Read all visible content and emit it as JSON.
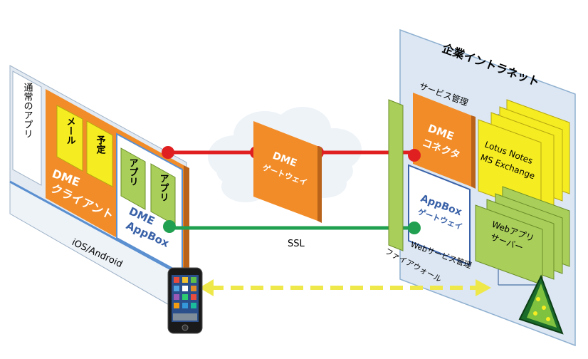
{
  "colors": {
    "orange": "#F28C28",
    "yellow": "#F5EC22",
    "green": "#A9CF5A",
    "panel_blue": "#DCE7F3",
    "link_red": "#E02020",
    "link_green": "#20A050",
    "dash_yellow": "#EEE84A"
  },
  "left_panel": {
    "normal_apps": "通常のアプリ",
    "mail": "メール",
    "schedule": "予定",
    "app1": "アプリ",
    "app2": "アプリ",
    "dme_client_line1": "DME",
    "dme_client_line2": "クライアント",
    "appbox_line1": "DME",
    "appbox_line2": "AppBox",
    "os_label": "iOS/Android"
  },
  "cloud": {
    "gateway_line1": "DME",
    "gateway_line2": "ゲートウェイ"
  },
  "links": {
    "ssl": "SSL"
  },
  "firewall": {
    "label": "ファイアウォール"
  },
  "intranet": {
    "title": "企業イントラネット",
    "service_mgmt": "サービス管理",
    "connector_line1": "DME",
    "connector_line2": "コネクタ",
    "notes_line1": "Lotus Notes",
    "notes_line2": "MS Exchange",
    "appbox_gw_line1": "AppBox",
    "appbox_gw_line2": "ゲートウェイ",
    "web_service_mgmt": "Webサービス管理",
    "web_app_line1": "Webアプリ",
    "web_app_line2": "サーバー"
  }
}
